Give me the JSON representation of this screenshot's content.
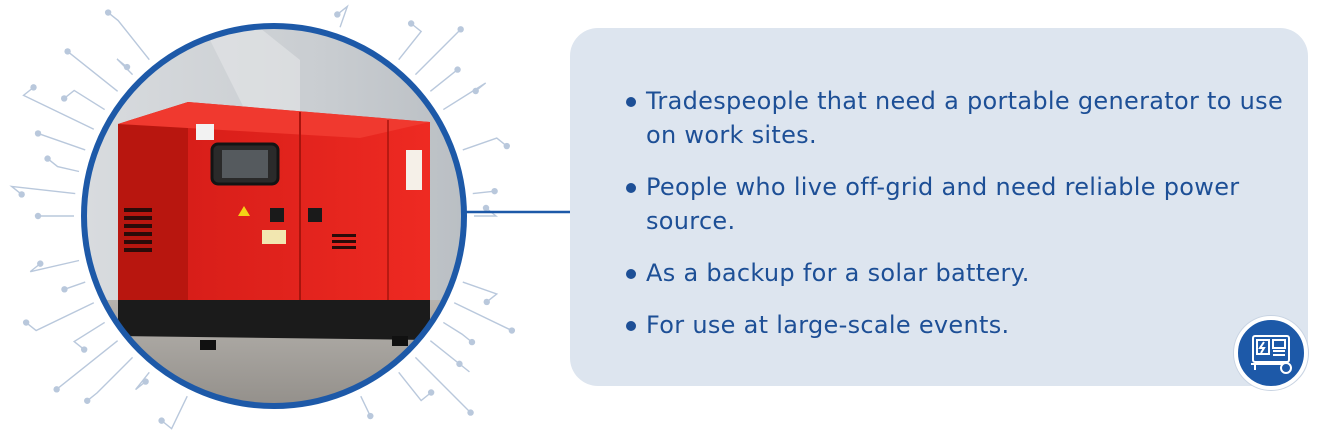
{
  "info_panel": {
    "items": [
      {
        "text": "Tradespeople that need a portable generator to use on work sites."
      },
      {
        "text": "People who live off-grid and need reliable power source."
      },
      {
        "text": "As a backup for a solar battery."
      },
      {
        "text": "For use at large-scale events."
      }
    ]
  },
  "icons": {
    "badge": "generator-icon",
    "photo": "red-diesel-generator-photo"
  },
  "colors": {
    "accent_blue": "#1d59a8",
    "panel_background": "#dde5ef",
    "text_blue": "#1d4f96",
    "circuit_lines": "#b9c8dc",
    "generator_red": "#e0241f"
  }
}
